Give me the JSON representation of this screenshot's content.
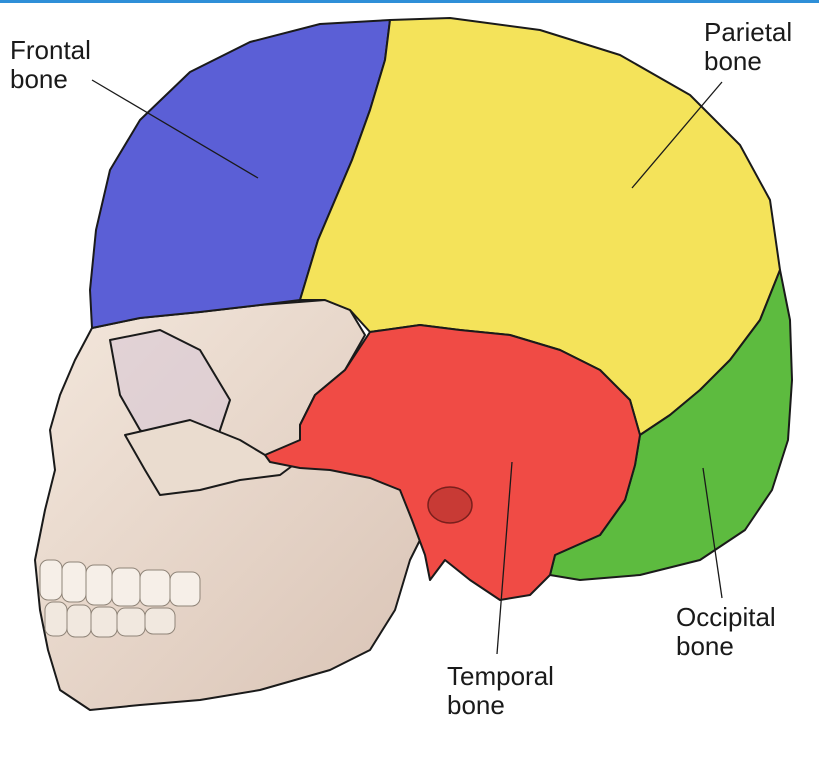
{
  "colors": {
    "frontal": "#5b5fd6",
    "parietal": "#f4e35a",
    "temporal": "#f04b45",
    "occipital": "#5dbb3f",
    "face": "#e9d9cc",
    "accent_bar": "#2e8fd8"
  },
  "labels": {
    "frontal": "Frontal\nbone",
    "parietal": "Parietal\nbone",
    "occipital": "Occipital\nbone",
    "temporal": "Temporal\nbone"
  }
}
